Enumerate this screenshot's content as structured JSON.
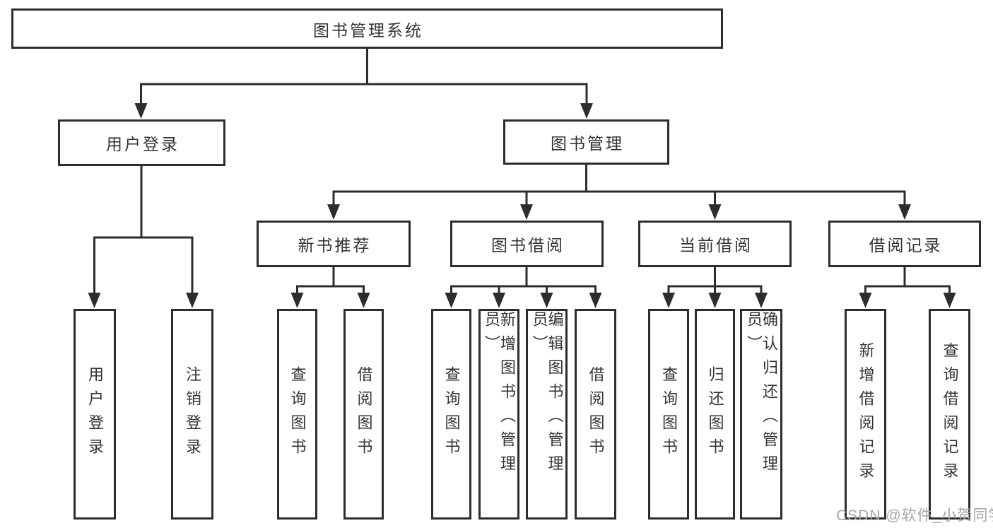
{
  "tree": {
    "root": "图书管理系统",
    "branches": [
      {
        "label": "用户登录",
        "leaves": [
          "用户登录",
          "注销登录"
        ]
      },
      {
        "label": "图书管理",
        "groups": [
          {
            "label": "新书推荐",
            "leaves": [
              "查询图书",
              "借阅图书"
            ]
          },
          {
            "label": "图书借阅",
            "leaves": [
              "查询图书",
              "新增图书（管理员）",
              "编辑图书（管理员）",
              "借阅图书"
            ]
          },
          {
            "label": "当前借阅",
            "leaves": [
              "查询图书",
              "归还图书",
              "确认归还（管理员）"
            ]
          },
          {
            "label": "借阅记录",
            "leaves": [
              "新增借阅记录",
              "查询借阅记录"
            ]
          }
        ]
      }
    ]
  },
  "watermark": {
    "text": "CSDN @软件_小贺同学",
    "color": "#a6a6a6"
  },
  "colors": {
    "line": "#2d2d2d",
    "text": "#333333",
    "background": "#ffffff"
  }
}
